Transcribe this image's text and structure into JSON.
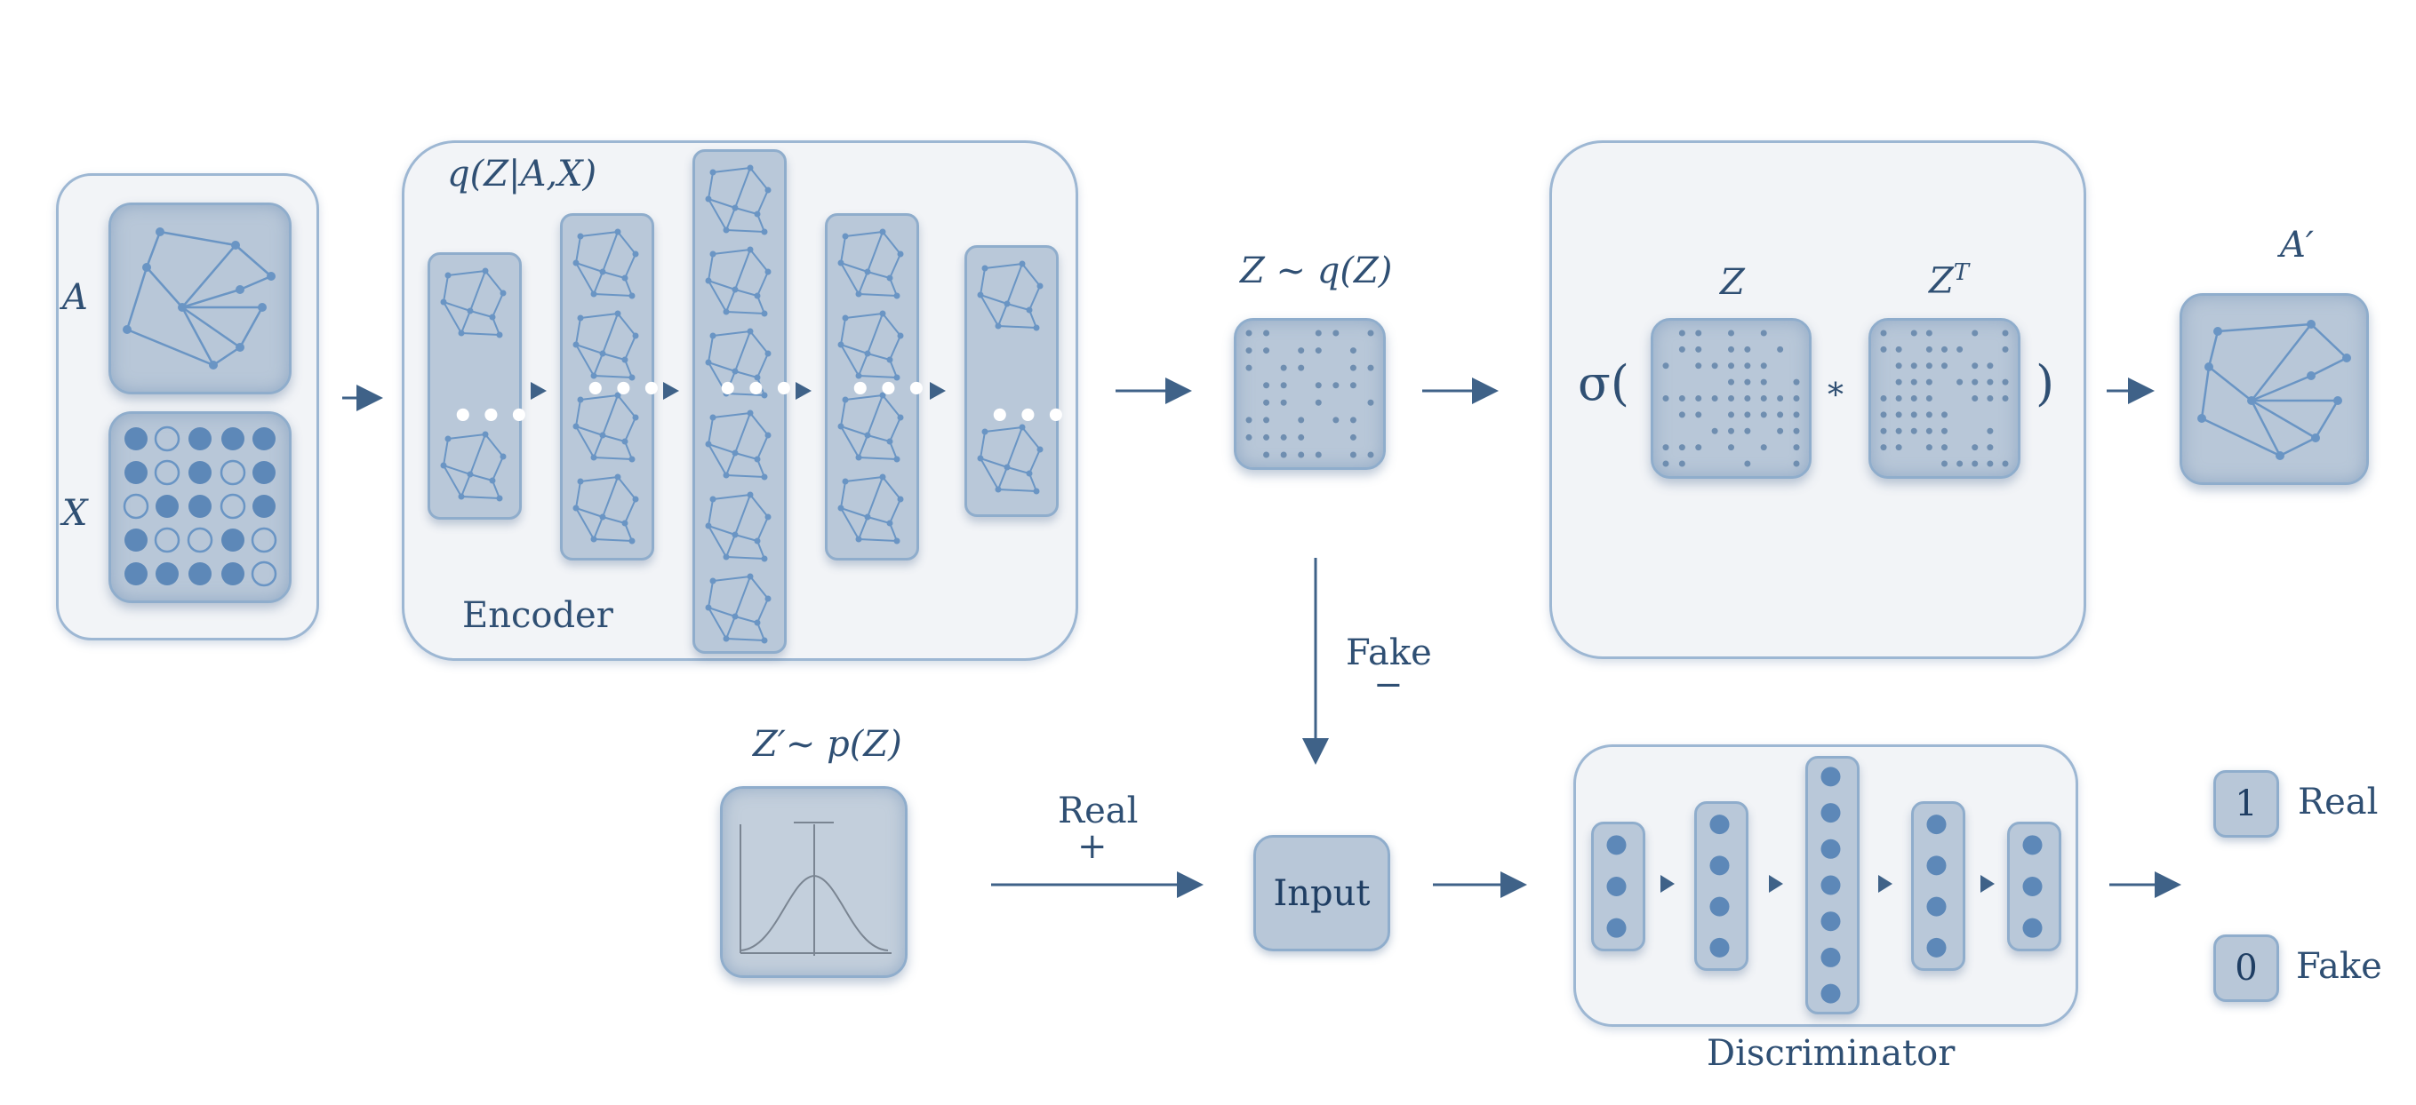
{
  "labels": {
    "A": "A",
    "X": "X",
    "encoder_title": "q(Z|A,X)",
    "encoder": "Encoder",
    "z_sample": "Z ~ q(Z)",
    "z": "Z",
    "zt": "Z",
    "zt_sup": "T",
    "sigma_open": "σ(",
    "star": "*",
    "close_paren": ")",
    "a_prime": "A′",
    "fake_top": "Fake",
    "minus": "−",
    "prior": "Z′~ p(Z)",
    "real_top": "Real",
    "plus": "+",
    "input": "Input",
    "discriminator": "Discriminator",
    "out_one": "1",
    "out_real": "Real",
    "out_zero": "0",
    "out_fake": "Fake"
  },
  "colors": {
    "panel_fill": "#f2f4f7",
    "panel_border": "#9db7d3",
    "tile_fill": "#b8c7d8",
    "node": "#6a95c4",
    "text": "#2f4f73"
  }
}
